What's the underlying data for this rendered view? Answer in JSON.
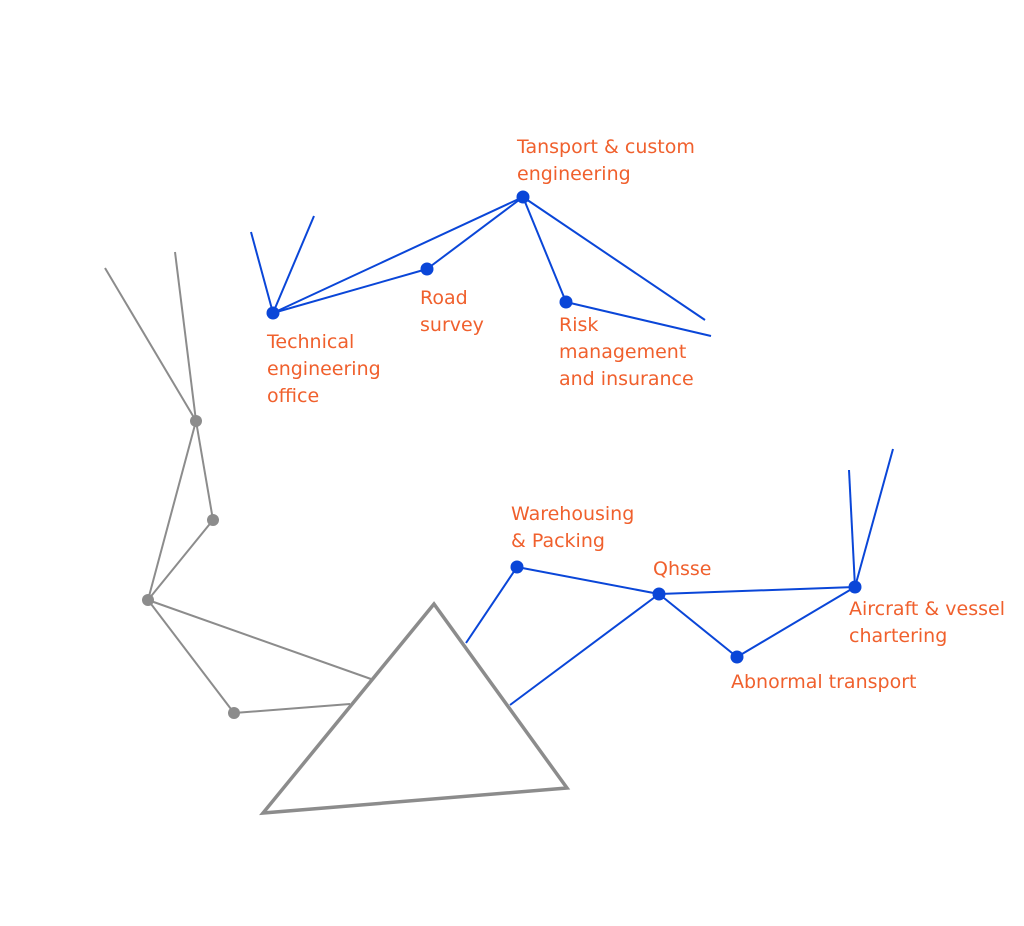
{
  "colors": {
    "blue": "#0a46d8",
    "gray": "#8c8c8c",
    "label": "#f0602d",
    "background": "#ffffff"
  },
  "nodes": [
    {
      "id": "tansport-custom-engineering",
      "lines": [
        "Tansport & custom",
        "engineering"
      ]
    },
    {
      "id": "road-survey",
      "lines": [
        "Road",
        "survey"
      ]
    },
    {
      "id": "technical-engineering-office",
      "lines": [
        "Technical",
        "engineering",
        "office"
      ]
    },
    {
      "id": "risk-management-insurance",
      "lines": [
        "Risk",
        "management",
        "and insurance"
      ]
    },
    {
      "id": "warehousing-packing",
      "lines": [
        "Warehousing",
        "& Packing"
      ]
    },
    {
      "id": "qhsse",
      "lines": [
        "Qhsse"
      ]
    },
    {
      "id": "aircraft-vessel-chartering",
      "lines": [
        "Aircraft & vessel",
        "chartering"
      ]
    },
    {
      "id": "abnormal-transport",
      "lines": [
        "Abnormal transport"
      ]
    }
  ]
}
